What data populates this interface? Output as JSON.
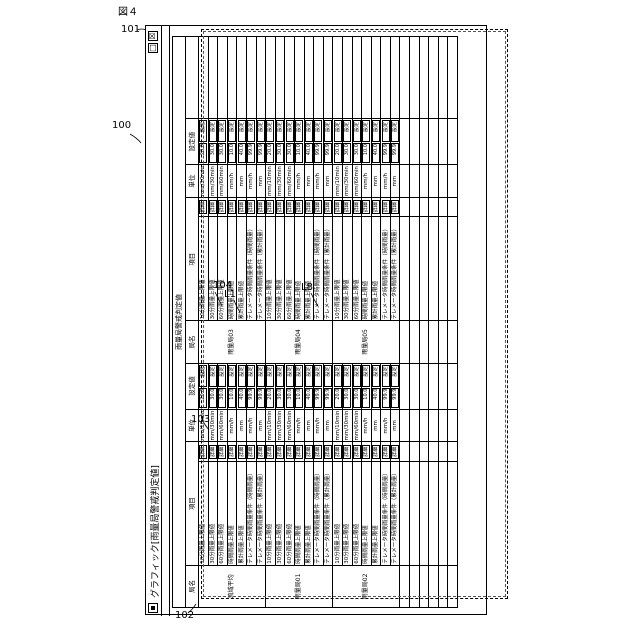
{
  "figure_label": "図４",
  "refs": {
    "window": "101",
    "ui": "100",
    "area": "102",
    "table": "103",
    "button": "104",
    "line1": "L1",
    "line8": "L8"
  },
  "window": {
    "title": "グラフィック[雨量局警戒判定値]",
    "minimize_label": "□",
    "close_label": "☒"
  },
  "table": {
    "super_header": "雨量局警戒判定値",
    "headers": {
      "station": "局名",
      "item": "項目",
      "unit": "単位",
      "value": "設定値"
    },
    "detail_label": "詳細",
    "set_label": "設定",
    "items": [
      "10分雨量上限値",
      "30分雨量上限値",
      "60分雨量上限値",
      "時間雨量上限値",
      "累計雨量上限値",
      "テレメータ時間雨量条件（時間雨量）",
      "テレメータ時間雨量条件（累計雨量）"
    ],
    "units": [
      "mm/10min",
      "mm/30min",
      "mm/60min",
      "mm/h",
      "mm",
      "mm/h",
      "mm"
    ],
    "left_groups": [
      {
        "station": "流域平均",
        "values": [
          "20.0",
          "30.0",
          "30.0",
          "10.0",
          "40.0",
          "99.9",
          "99.9"
        ]
      },
      {
        "station": "雨量局01",
        "values": [
          "20.0",
          "30.0",
          "30.0",
          "10.0",
          "40.0",
          "99.9",
          "99.9"
        ]
      },
      {
        "station": "雨量局02",
        "values": [
          "20.0",
          "30.0",
          "30.0",
          "10.0",
          "40.0",
          "99.9",
          "99.9"
        ]
      }
    ],
    "right_groups": [
      {
        "station": "雨量局03",
        "values": [
          "20.0",
          "30.0",
          "30.0",
          "10.0",
          "40.0",
          "99.9",
          "99.9"
        ]
      },
      {
        "station": "雨量局04",
        "values": [
          "20.0",
          "30.0",
          "30.0",
          "10.0",
          "40.0",
          "99.9",
          "99.9"
        ]
      },
      {
        "station": "雨量局05",
        "values": [
          "20.0",
          "30.0",
          "30.0",
          "10.0",
          "40.0",
          "99.9",
          "99.9"
        ]
      }
    ]
  }
}
